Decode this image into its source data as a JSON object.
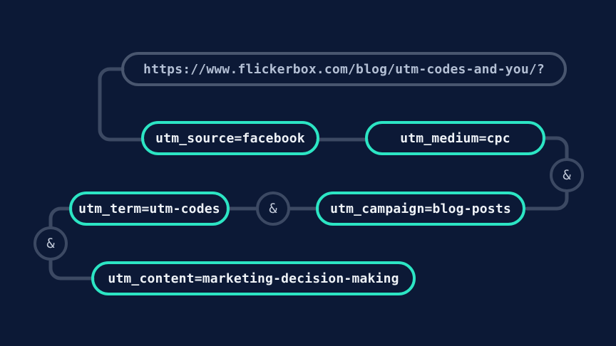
{
  "diagram": {
    "title_semantic": "UTM codes URL structure diagram",
    "url_bar": {
      "text": "https://www.flickerbox.com/blog/utm-codes-and-you/?"
    },
    "params": [
      {
        "id": "source",
        "label": "utm_source=facebook"
      },
      {
        "id": "medium",
        "label": "utm_medium=cpc"
      },
      {
        "id": "term",
        "label": "utm_term=utm-codes"
      },
      {
        "id": "campaign",
        "label": "utm_campaign=blog-posts"
      },
      {
        "id": "content",
        "label": "utm_content=marketing-decision-making"
      }
    ],
    "joiner_symbol": "&",
    "colors": {
      "background": "#0c1936",
      "accent_teal": "#2ce5c4",
      "url_border": "#49566f",
      "connector_gray": "#3c4963",
      "url_text": "#b3bfd4",
      "param_text": "#eef2f7",
      "joiner_text": "#c3cbda"
    }
  }
}
